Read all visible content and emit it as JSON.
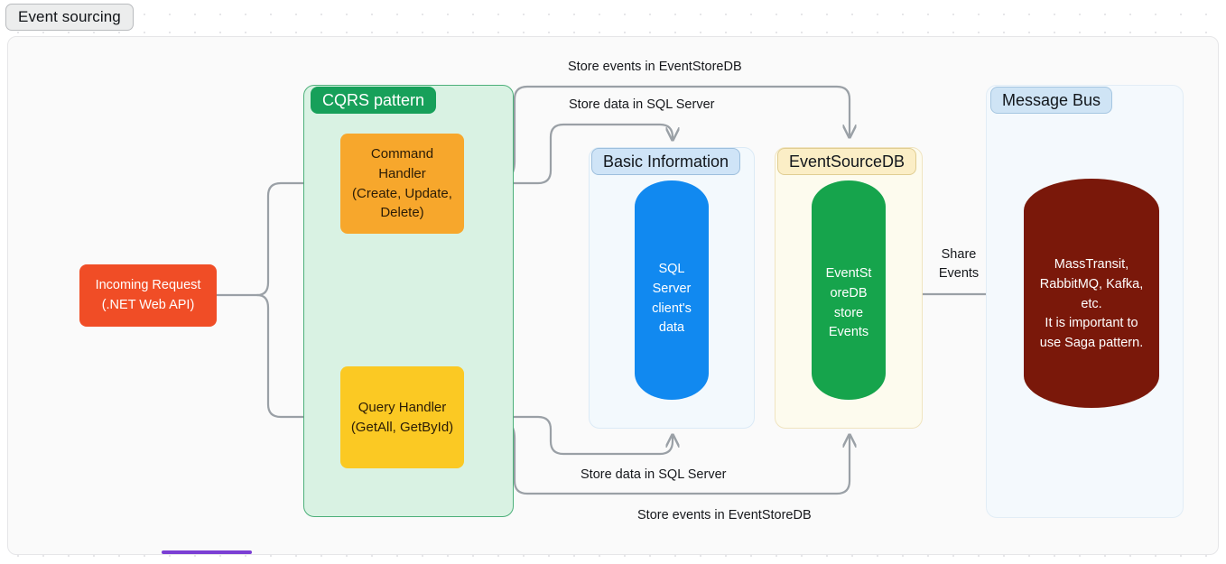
{
  "window": {
    "tab_title": "Event sourcing"
  },
  "groups": {
    "cqrs": {
      "label": "CQRS pattern"
    },
    "basic_information": {
      "label": "Basic Information"
    },
    "event_source_db": {
      "label": "EventSourceDB"
    },
    "message_bus": {
      "label": "Message Bus"
    }
  },
  "nodes": {
    "incoming_request": {
      "line1": "Incoming Request",
      "line2": "(.NET Web API)"
    },
    "command_handler": {
      "line1": "Command",
      "line2": "Handler",
      "line3": "(Create, Update,",
      "line4": "Delete)"
    },
    "query_handler": {
      "line1": "Query Handler",
      "line2": "(GetAll, GetById)"
    },
    "sql_cylinder": {
      "line1": "SQL",
      "line2": "Server",
      "line3": "client's",
      "line4": "data"
    },
    "event_cylinder": {
      "line1": "EventSt",
      "line2": "oreDB",
      "line3": "store",
      "line4": "Events"
    },
    "bus_cylinder": {
      "line1": "MassTransit,",
      "line2": "RabbitMQ,  Kafka,",
      "line3": "etc.",
      "line4": "It is important to",
      "line5": "use Saga pattern."
    }
  },
  "edges": {
    "command_to_eventsource": "Store events in EventStoreDB",
    "command_to_basic": "Store data in SQL Server",
    "query_to_basic": "Store data in SQL Server",
    "query_to_eventsource": "Store events in EventStoreDB",
    "eventsource_to_bus_line1": "Share",
    "eventsource_to_bus_line2": "Events"
  },
  "colors": {
    "cqrs_group_fill": "#d9f2e3",
    "cqrs_group_border": "#4db07a",
    "cqrs_pill": "#17a05a",
    "basic_pill": "#cfe4f7",
    "eventsource_pill": "#fbeec6",
    "messagebus_pill": "#cfe4f5",
    "incoming_request": "#f04d26",
    "command_handler": "#f7a72c",
    "query_handler": "#fbc923",
    "sql_cylinder": "#1189f0",
    "event_cylinder": "#16a44c",
    "bus_cylinder": "#7a180a",
    "connector": "#9aa0a6",
    "accent_bar": "#7b3fd4"
  }
}
